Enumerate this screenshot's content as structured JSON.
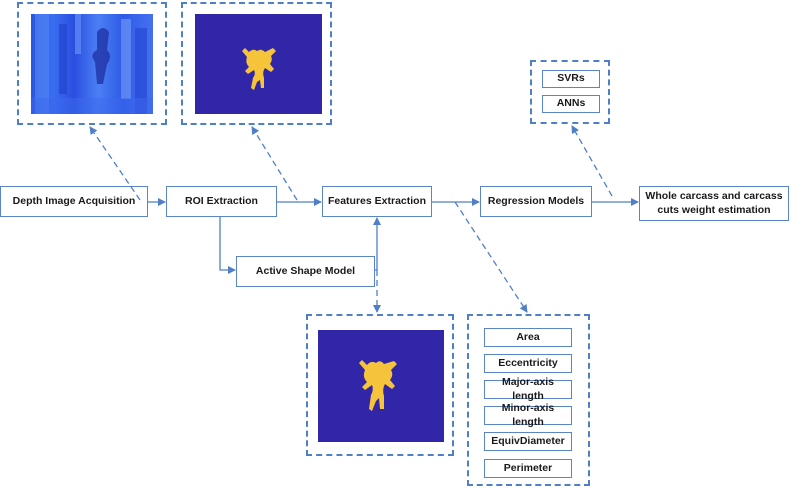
{
  "flow": {
    "depth_image_acquisition": "Depth Image Acquisition",
    "roi_extraction": "ROI Extraction",
    "features_extraction": "Features Extraction",
    "regression_models": "Regression Models",
    "weight_estimation": "Whole carcass and carcass cuts weight estimation",
    "active_shape_model": "Active Shape Model"
  },
  "regression": {
    "items": [
      "SVRs",
      "ANNs"
    ]
  },
  "features": {
    "items": [
      "Area",
      "Eccentricity",
      "Major-axis length",
      "Minor-axis length",
      "EquivDiameter",
      "Perimeter"
    ]
  },
  "colors": {
    "box_border": "#5a86c9",
    "arrow": "#4f7fc6",
    "mask_background": "#3226a8",
    "carcass_yellow": "#f5c43a",
    "depth_blue": "#2a55e0"
  }
}
